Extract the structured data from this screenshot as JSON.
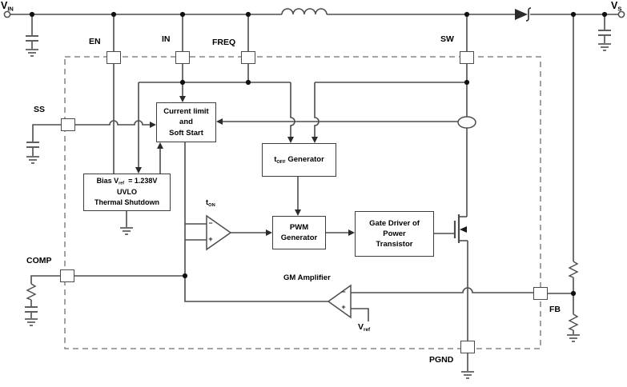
{
  "terminals": {
    "vin": {
      "base": "V",
      "sub": "IN"
    },
    "vs": {
      "base": "V",
      "sub": "S"
    }
  },
  "pins": {
    "en": "EN",
    "in": "IN",
    "freq": "FREQ",
    "sw": "SW",
    "ss": "SS",
    "comp": "COMP",
    "fb": "FB",
    "pgnd": "PGND"
  },
  "blocks": {
    "current_limit": {
      "line1": "Current limit",
      "line2": "and",
      "line3": "Soft Start"
    },
    "bias": {
      "l1a": "Bias V",
      "l1sub": "ref",
      "l1b": "= 1.238V",
      "line2": "UVLO",
      "line3": "Thermal Shutdown"
    },
    "toff": {
      "base": "t",
      "sub": "OFF",
      "rest": " Generator"
    },
    "pwm": {
      "line1": "PWM",
      "line2": "Generator"
    },
    "gate_driver": {
      "line1": "Gate Driver of",
      "line2": "Power",
      "line3": "Transistor"
    }
  },
  "labels": {
    "gm": "GM Amplifier",
    "ton": {
      "base": "t",
      "sub": "ON"
    },
    "vref": {
      "base": "V",
      "sub": "ref"
    },
    "minus": "−",
    "plus": "+"
  },
  "colors": {
    "wire": "#4d4d4d",
    "box_border": "#3d3d3d",
    "dashed_boundary": "#6e6e6e",
    "text": "#000000"
  }
}
